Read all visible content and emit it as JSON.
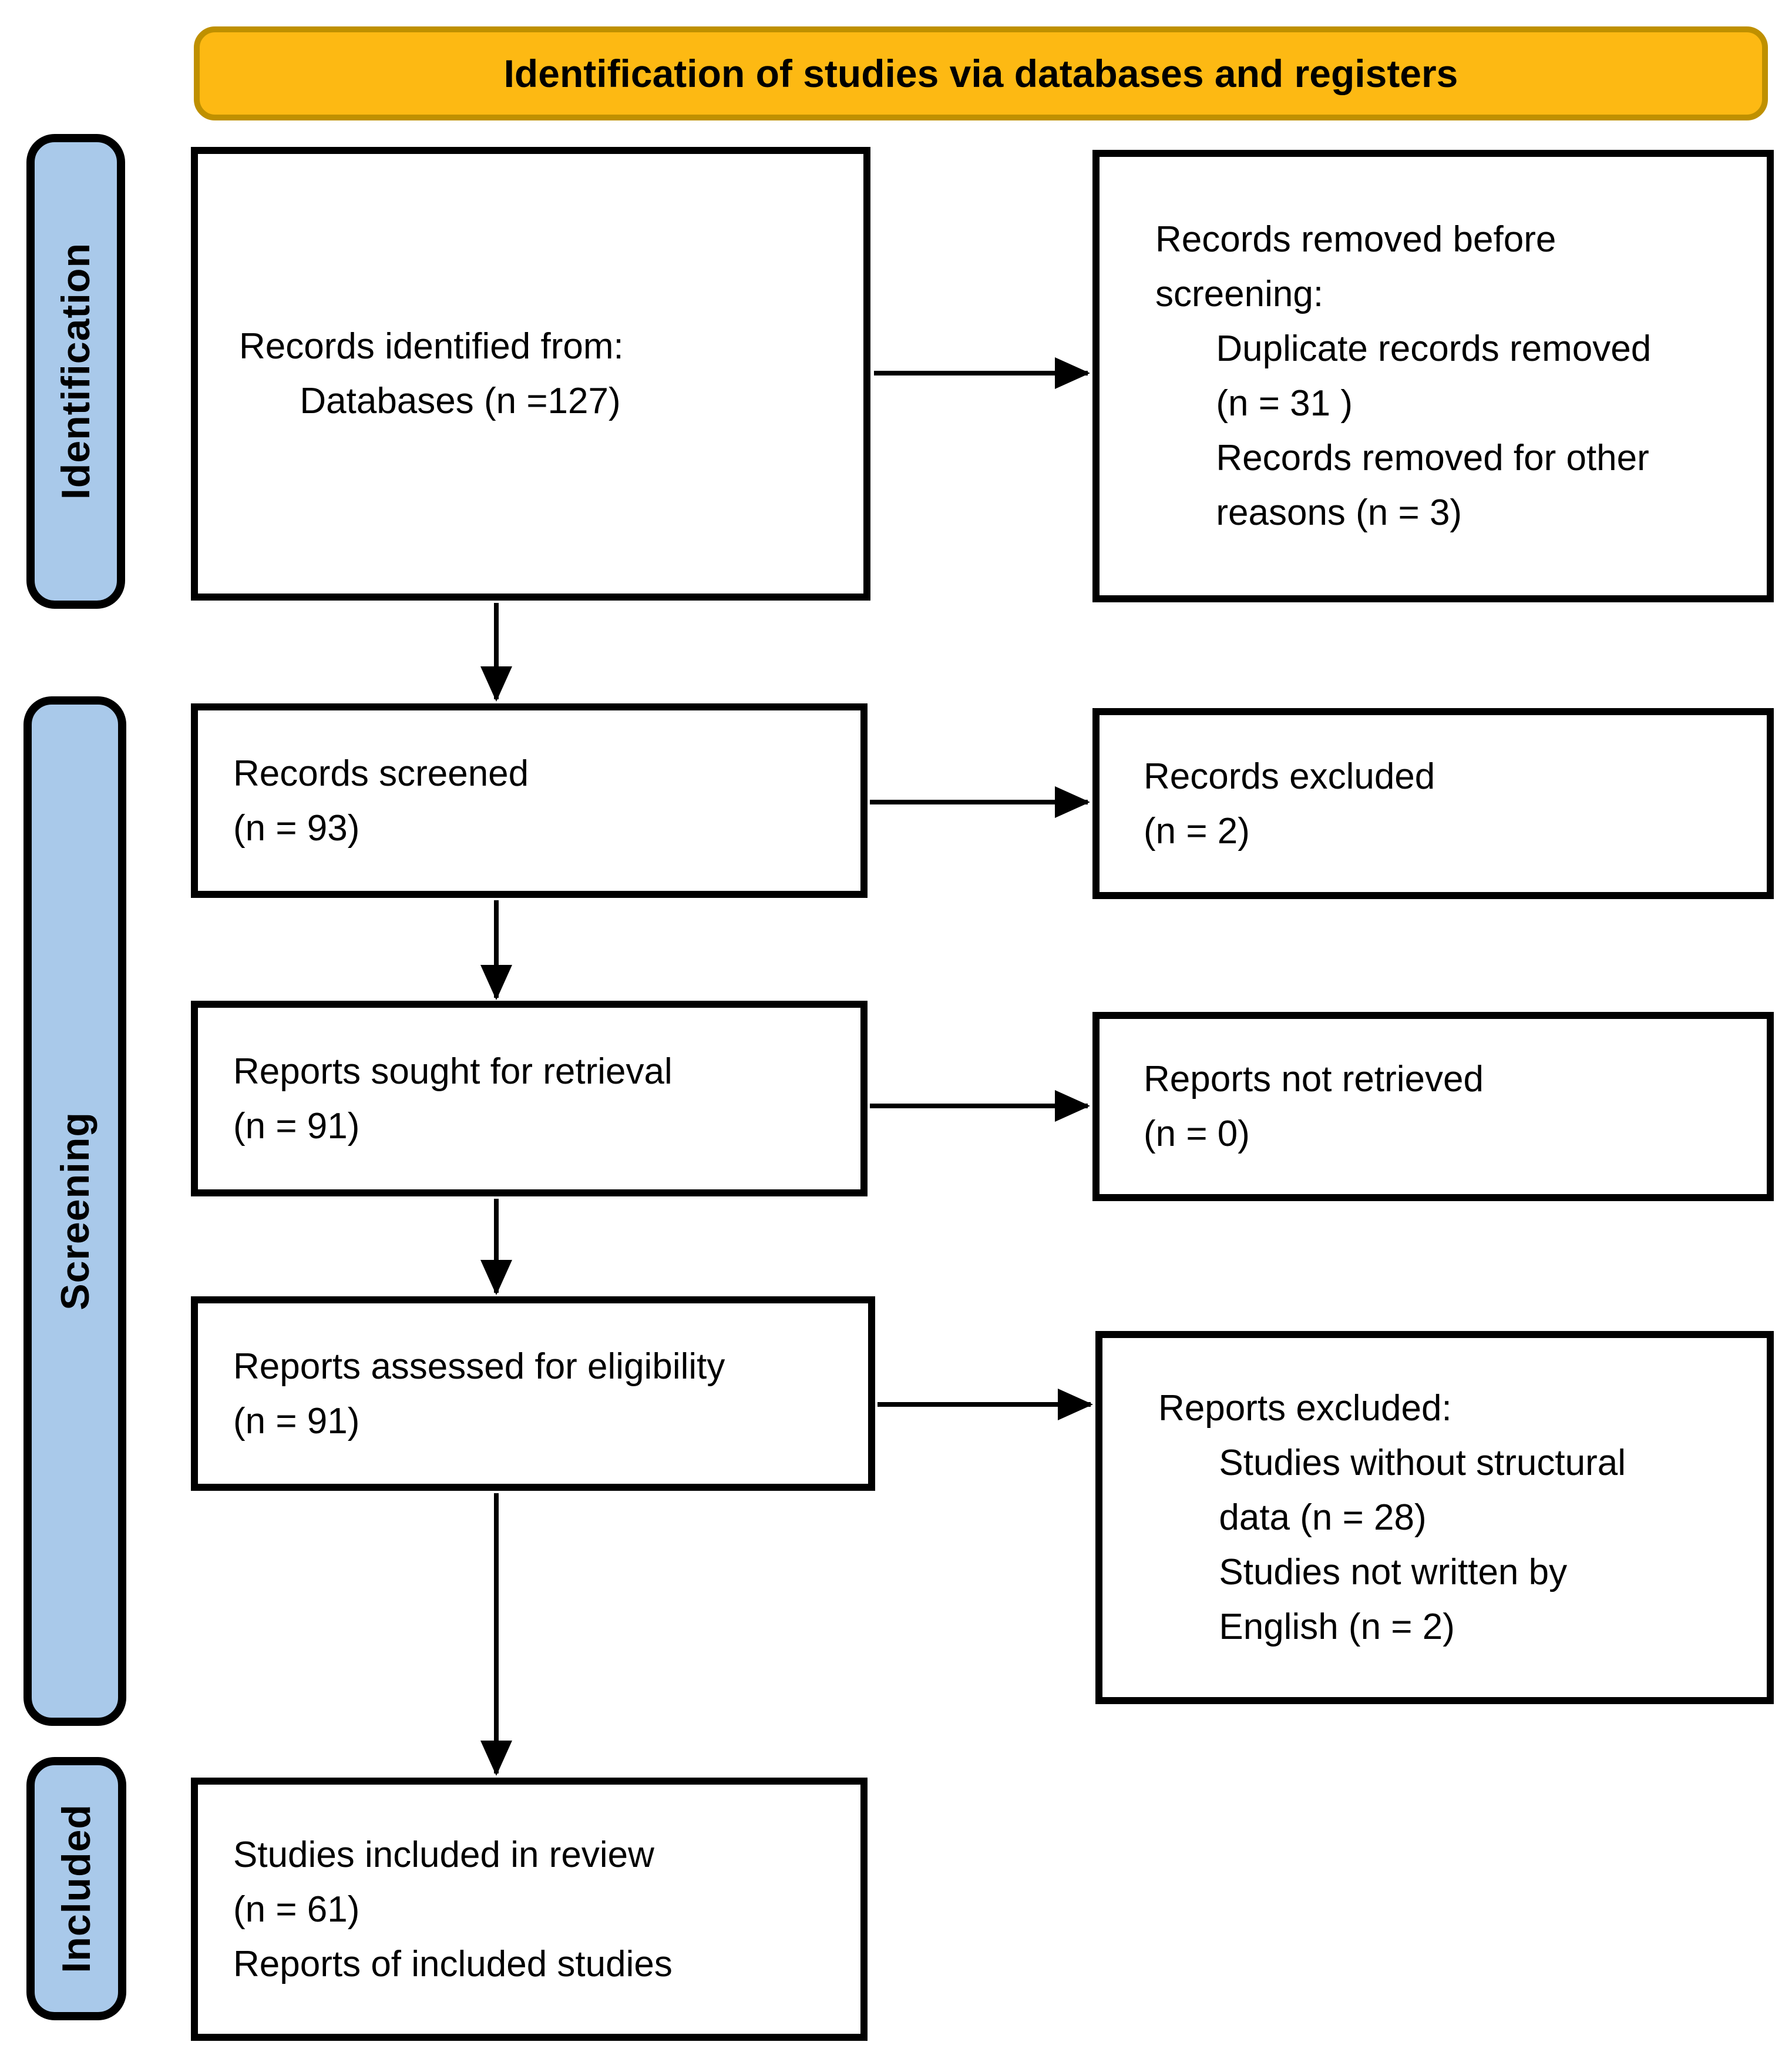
{
  "banner": {
    "title": "Identification of studies via databases and registers"
  },
  "sidebar": {
    "identification": "Identification",
    "screening": "Screening",
    "included": "Included"
  },
  "boxes": {
    "records_identified": "Records identified from:\n      Databases (n =127)",
    "records_removed": "Records removed before\nscreening:\n      Duplicate records removed\n      (n = 31 )\n      Records removed for other\n      reasons (n = 3)",
    "records_screened": "Records screened\n(n = 93)",
    "records_excluded": "Records excluded\n(n = 2)",
    "reports_sought": "Reports sought for retrieval\n(n = 91)",
    "reports_not_retrieved": "Reports not retrieved\n(n = 0)",
    "reports_assessed": "Reports assessed for eligibility\n(n = 91)",
    "reports_excluded": "Reports excluded:\n      Studies without structural\n      data (n = 28)\n      Studies not written by\n      English (n = 2)",
    "studies_included": "Studies included in review\n(n = 61)\nReports of included studies"
  },
  "colors": {
    "banner_fill": "#FDB913",
    "banner_border": "#BF9000",
    "sidebar_fill": "#A9C9EA",
    "box_border": "#000000",
    "arrow_color": "#000000"
  }
}
